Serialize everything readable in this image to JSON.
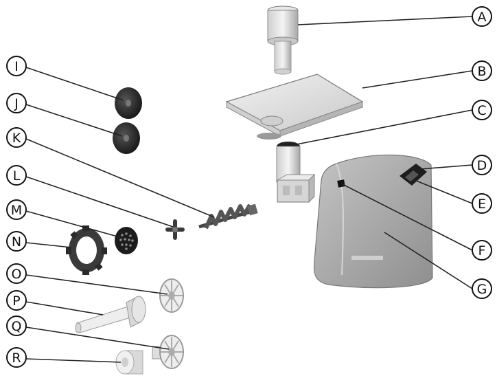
{
  "diagram": {
    "callouts": [
      {
        "id": "A",
        "label": "A"
      },
      {
        "id": "B",
        "label": "B"
      },
      {
        "id": "C",
        "label": "C"
      },
      {
        "id": "D",
        "label": "D"
      },
      {
        "id": "E",
        "label": "E"
      },
      {
        "id": "F",
        "label": "F"
      },
      {
        "id": "G",
        "label": "G"
      },
      {
        "id": "I",
        "label": "I"
      },
      {
        "id": "J",
        "label": "J"
      },
      {
        "id": "K",
        "label": "K"
      },
      {
        "id": "L",
        "label": "L"
      },
      {
        "id": "M",
        "label": "M"
      },
      {
        "id": "N",
        "label": "N"
      },
      {
        "id": "O",
        "label": "O"
      },
      {
        "id": "P",
        "label": "P"
      },
      {
        "id": "Q",
        "label": "Q"
      },
      {
        "id": "R",
        "label": "R"
      }
    ],
    "colors": {
      "line": "#222222",
      "part_light": "#e4e4e4",
      "part_mid": "#b8b8b8",
      "part_dark": "#2a2a2a",
      "housing": "#a9a9a9"
    }
  }
}
